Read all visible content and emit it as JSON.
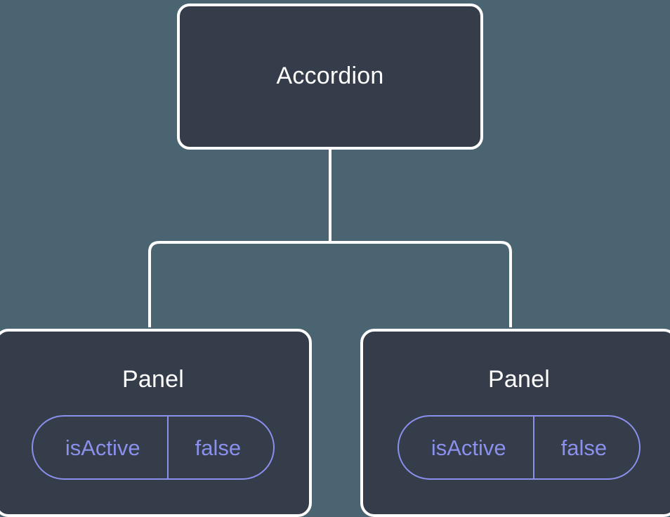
{
  "canvas": {
    "background_color": "#4a6571",
    "node_fill_color": "#353c4a",
    "node_border_color": "#ffffff",
    "connector_color": "#ffffff",
    "accent_color": "#8a90ec"
  },
  "tree": {
    "root": {
      "title": "Accordion"
    },
    "children": [
      {
        "title": "Panel",
        "state": {
          "key": "isActive",
          "value": "false"
        }
      },
      {
        "title": "Panel",
        "state": {
          "key": "isActive",
          "value": "false"
        }
      }
    ]
  }
}
